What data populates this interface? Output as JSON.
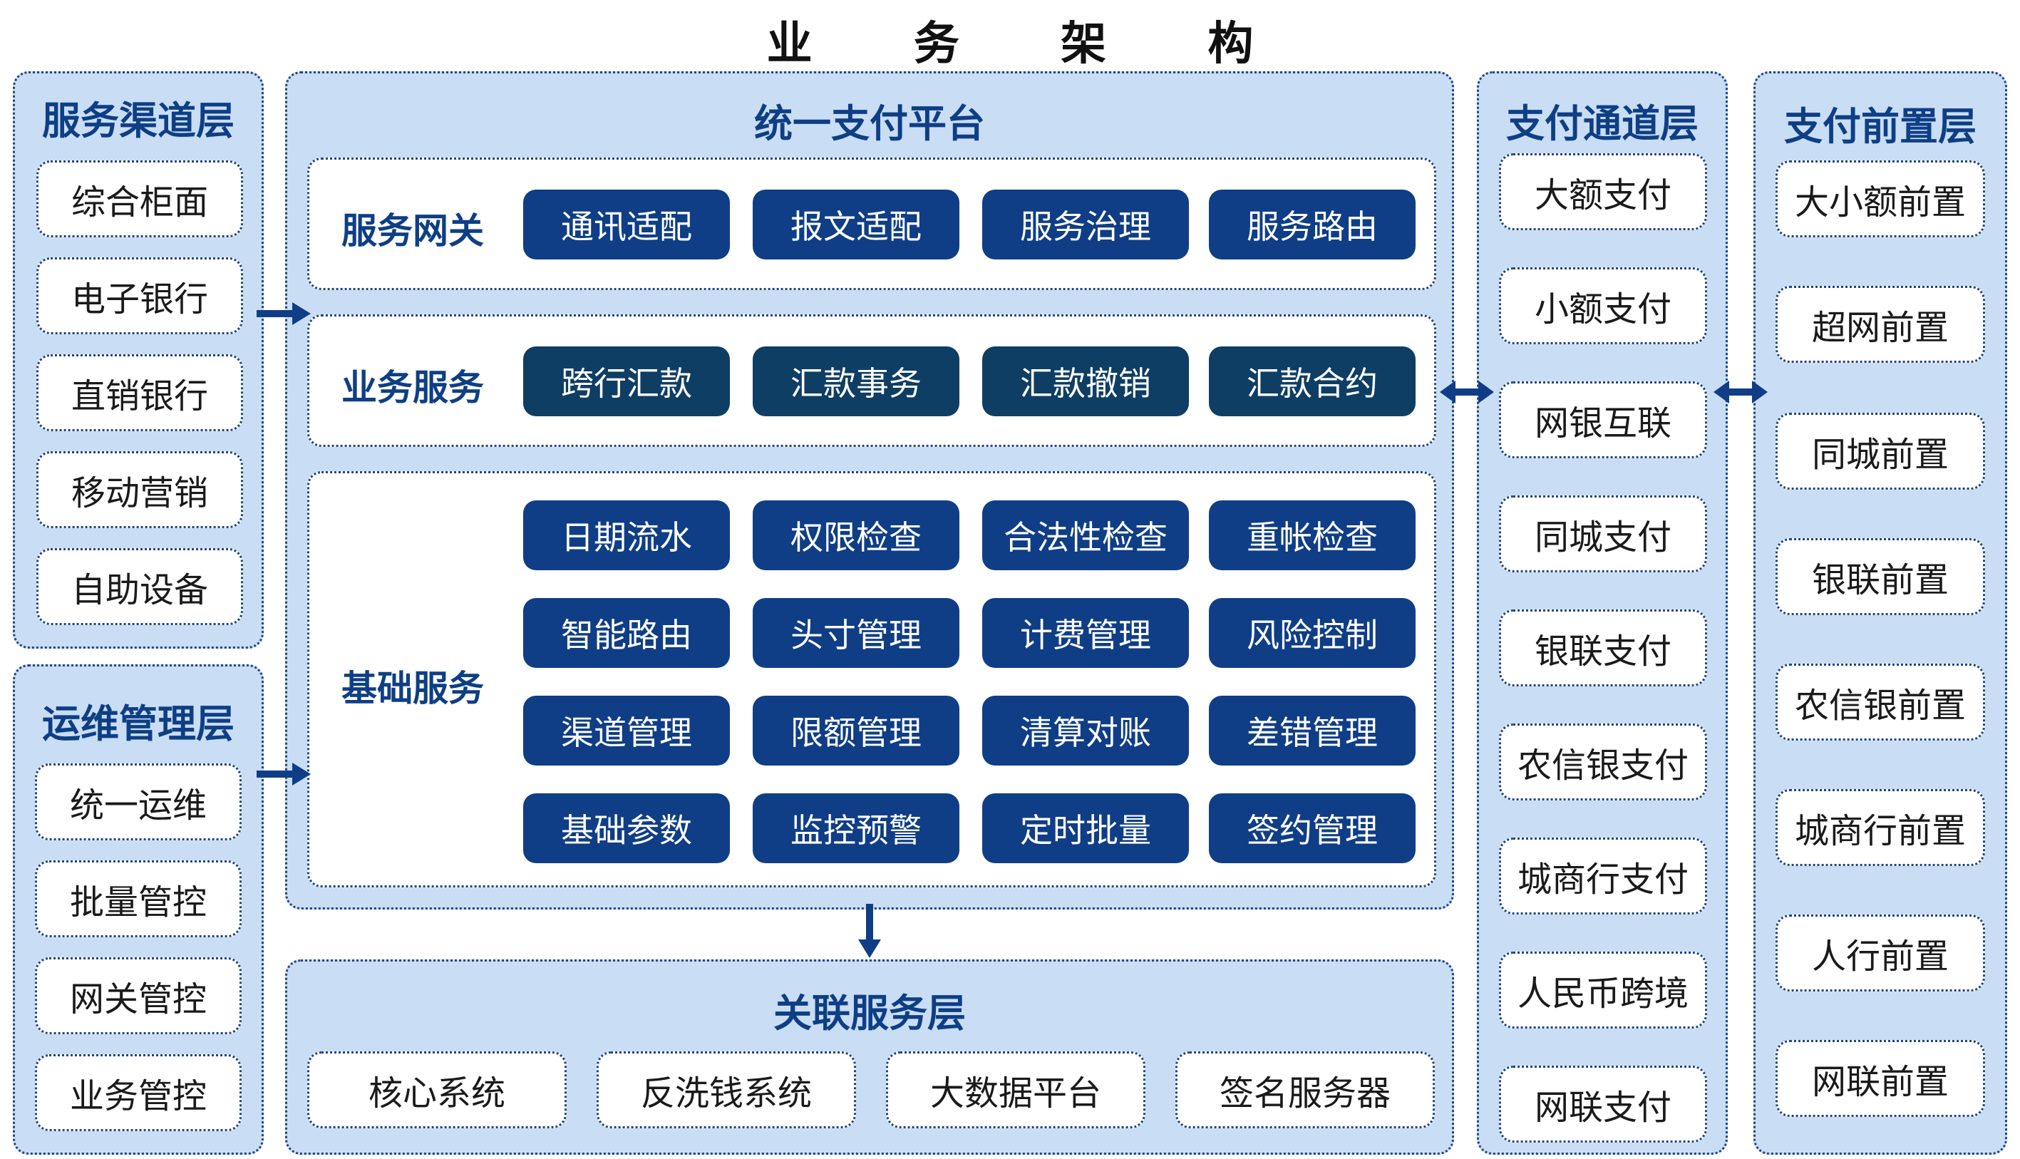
{
  "title": "业 务 架 构",
  "left_top": {
    "title": "服务渠道层",
    "items": [
      "综合柜面",
      "电子银行",
      "直销银行",
      "移动营销",
      "自助设备"
    ]
  },
  "left_bottom": {
    "title": "运维管理层",
    "items": [
      "统一运维",
      "批量管控",
      "网关管控",
      "业务管控"
    ]
  },
  "center": {
    "title": "统一支付平台",
    "gateway": {
      "label": "服务网关",
      "items": [
        "通讯适配",
        "报文适配",
        "服务治理",
        "服务路由"
      ]
    },
    "business": {
      "label": "业务服务",
      "items": [
        "跨行汇款",
        "汇款事务",
        "汇款撤销",
        "汇款合约"
      ]
    },
    "basic": {
      "label": "基础服务",
      "items": [
        "日期流水",
        "权限检查",
        "合法性检查",
        "重帐检查",
        "智能路由",
        "头寸管理",
        "计费管理",
        "风险控制",
        "渠道管理",
        "限额管理",
        "清算对账",
        "差错管理",
        "基础参数",
        "监控预警",
        "定时批量",
        "签约管理"
      ]
    }
  },
  "related": {
    "title": "关联服务层",
    "items": [
      "核心系统",
      "反洗钱系统",
      "大数据平台",
      "签名服务器"
    ]
  },
  "channel": {
    "title": "支付通道层",
    "items": [
      "大额支付",
      "小额支付",
      "网银互联",
      "同城支付",
      "银联支付",
      "农信银支付",
      "城商行支付",
      "人民币跨境",
      "网联支付"
    ]
  },
  "front": {
    "title": "支付前置层",
    "items": [
      "大小额前置",
      "超网前置",
      "同城前置",
      "银联前置",
      "农信银前置",
      "城商行前置",
      "人行前置",
      "网联前置"
    ]
  },
  "colors": {
    "panel_bg": "#c9ddf5",
    "button_blue": "#0f3e86",
    "button_teal": "#0f3e64",
    "title_blue": "#0e3f85"
  }
}
